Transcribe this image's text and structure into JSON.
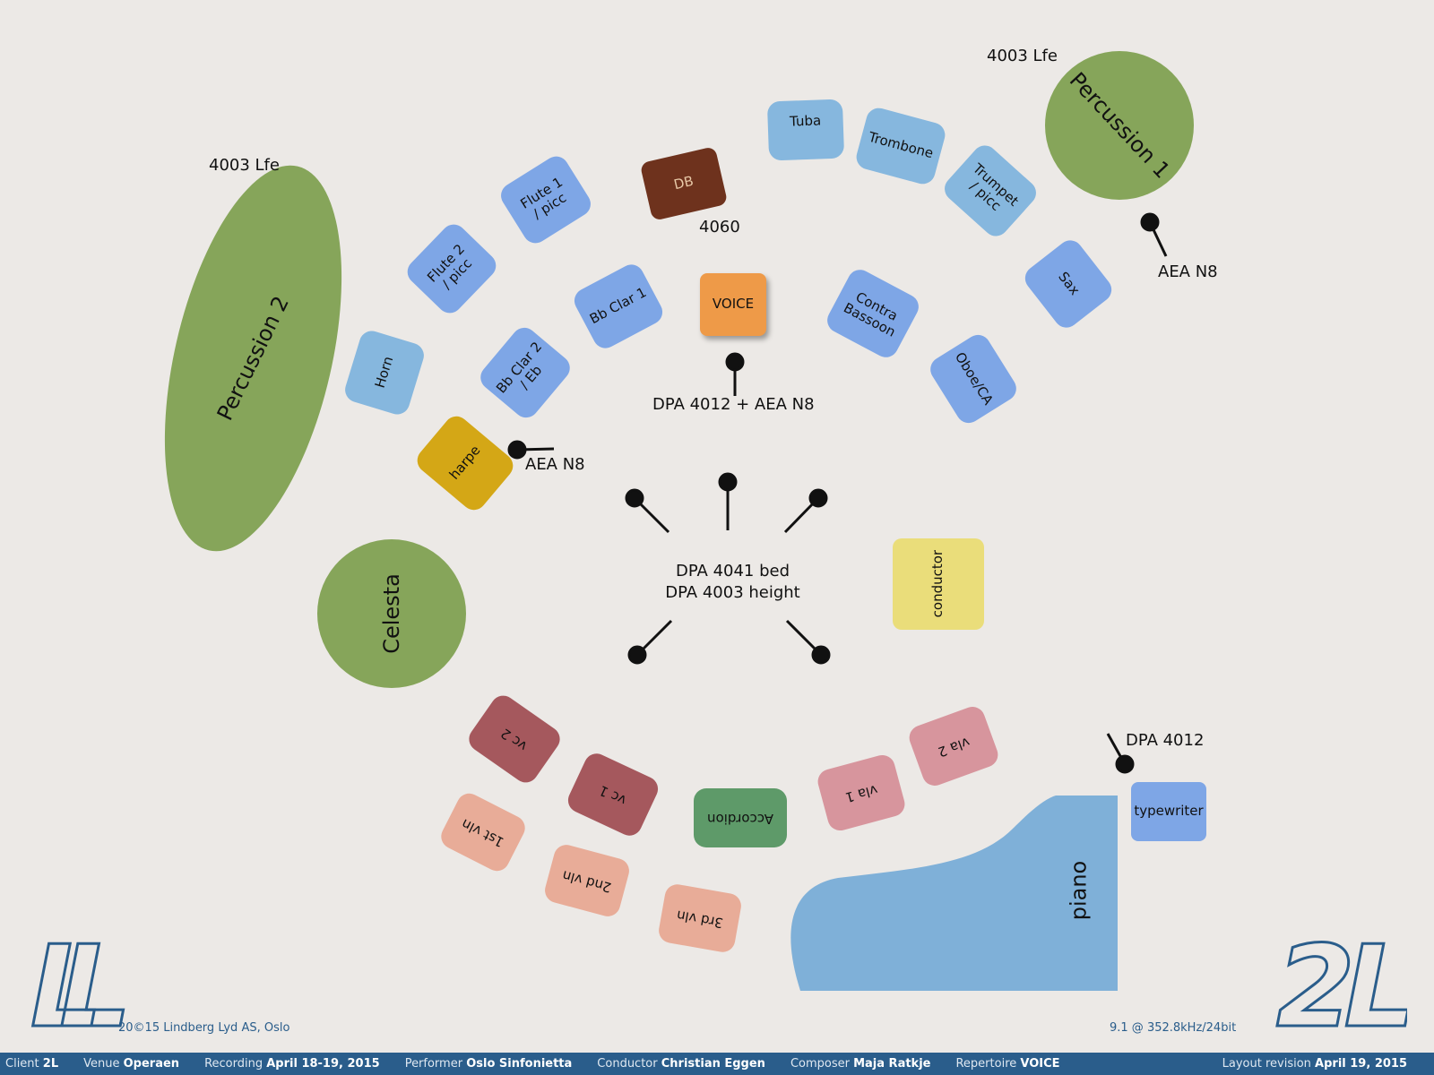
{
  "colors": {
    "background": "#ece9e6",
    "green": "#86a55a",
    "woodwind_blue": "#7ea6e6",
    "brass_blue": "#86b7de",
    "double_bass": "#6e321d",
    "voice": "#ee9a48",
    "harp": "#d4a716",
    "conductor": "#eadd7a",
    "cello": "#a5585d",
    "violin": "#e8ac98",
    "viola": "#d7959d",
    "accordion": "#5e9a69",
    "piano": "#7fb0d8",
    "footer": "#2a5d8b"
  },
  "instruments": {
    "percussion1": "Percussion 1",
    "percussion2": "Percussion 2",
    "celesta": "Celesta",
    "tuba": "Tuba",
    "trombone": "Trombone",
    "trumpet": "Trumpet\n/ picc",
    "sax": "Sax",
    "oboe": "Oboe/CA",
    "contra": "Contra\nBassoon",
    "voice": "VOICE",
    "db": "DB",
    "flute1": "Flute 1\n/ picc",
    "flute2": "Flute 2\n/ picc",
    "bbclar1": "Bb Clar 1",
    "bbclar2": "Bb Clar 2\n/ Eb",
    "horn": "Horn",
    "harpe": "harpe",
    "conductor": "conductor",
    "vc2": "vc 2",
    "vc1": "vc 1",
    "vla1": "vla 1",
    "vla2": "vla 2",
    "accordion": "Accordion",
    "vln1": "1st vln",
    "vln2": "2nd vln",
    "vln3": "3rd vln",
    "typewriter": "typewriter",
    "piano": "piano"
  },
  "mic_labels": {
    "lfe_right": "4003 Lfe",
    "lfe_left": "4003 Lfe",
    "db_mic": "4060",
    "aea_right": "AEA N8",
    "voice_mic": "DPA 4012 + AEA N8",
    "aea_harp": "AEA N8",
    "bed_line1": "DPA 4041 bed",
    "bed_line2": "DPA 4003 height",
    "piano_mic": "DPA 4012"
  },
  "logo_left_text": "LL",
  "logo_right_text": "2L",
  "copyright": "20©15 Lindberg Lyd AS, Oslo",
  "format": "9.1 @ 352.8kHz/24bit",
  "footer": {
    "client_label": "Client",
    "client_value": "2L",
    "venue_label": "Venue",
    "venue_value": "Operaen",
    "recording_label": "Recording",
    "recording_value": "April 18-19, 2015",
    "performer_label": "Performer",
    "performer_value": "Oslo Sinfonietta",
    "conductor_label": "Conductor",
    "conductor_value": "Christian Eggen",
    "composer_label": "Composer",
    "composer_value": "Maja Ratkje",
    "repertoire_label": "Repertoire",
    "repertoire_value": "VOICE",
    "revision_label": "Layout revision",
    "revision_value": "April 19, 2015"
  }
}
